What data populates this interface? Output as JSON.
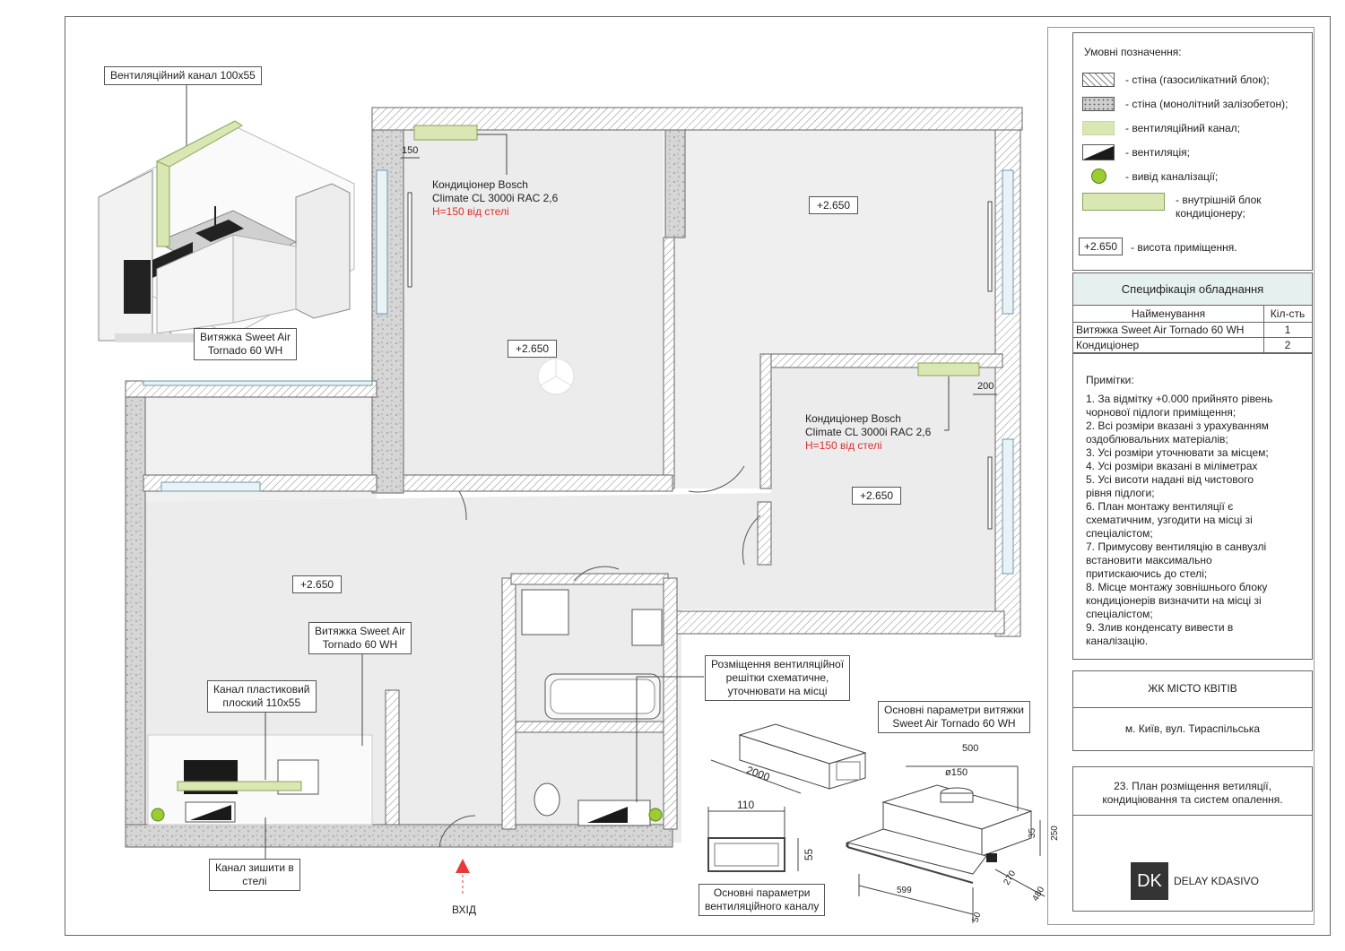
{
  "legend": {
    "title": "Умовні позначення:",
    "items": [
      {
        "label": "- стіна (газосилікатний блок);",
        "swatch": "hatch"
      },
      {
        "label": "- стіна (монолітний залізобетон);",
        "swatch": "dots"
      },
      {
        "label": "- вентиляційний канал;",
        "swatch": "green"
      },
      {
        "label": "- вентиляція;",
        "swatch": "vent"
      },
      {
        "label": "- вивід каналізації;",
        "swatch": "circle"
      },
      {
        "label_line1": "- внутрішній блок",
        "label_line2": "кондиціонеру;",
        "swatch": "ac"
      }
    ],
    "height_tag": "+2.650",
    "height_label": "- висота приміщення."
  },
  "spec": {
    "title": "Специфікація обладнання",
    "col_name": "Найменування",
    "col_qty": "Кіл-сть",
    "rows": [
      {
        "name": "Витяжка Sweet Air Tornado 60 WH",
        "qty": "1"
      },
      {
        "name": "Кондиціонер",
        "qty": "2"
      }
    ]
  },
  "notes": {
    "title": "Примітки:",
    "lines": [
      "1. За відмітку +0.000 прийнято рівень",
      "чорнової підлоги приміщення;",
      "2. Всі розміри вказані з урахуванням",
      "оздоблювальних матеріалів;",
      "3. Усі розміри уточнювати за місцем;",
      "4. Усі розміри вказані в міліметрах",
      "5. Усі висоти надані від чистового",
      "рівня підлоги;",
      "6. План монтажу вентиляції є",
      "схематичним, узгодити на місці зі",
      "спеціалістом;",
      "7. Примусову вентиляцію в санвузлі",
      "встановити максимально",
      "притискаючись до стелі;",
      "8. Місце монтажу зовнішнього блоку",
      "кондиціонерів визначити на місці зі",
      "спеціалістом;",
      "9. Злив конденсату вивести в",
      "каналізацію."
    ]
  },
  "titleblock": {
    "project": "ЖК МІСТО КВІТІВ",
    "address": "м. Київ, вул. Тираспільська",
    "sheet_line1": "23. План розміщення ветиляції,",
    "sheet_line2": "кондиціювання та систем опалення.",
    "logo": "DK",
    "company": "DELAY KDASIVO"
  },
  "plan": {
    "heights": [
      "+2.650",
      "+2.650",
      "+2.650",
      "+2.650"
    ],
    "ac1": {
      "line1": "Кондиціонер Bosch",
      "line2": "Climate CL 3000i RAC 2,6",
      "note": "H=150 від стелі",
      "dim": "150"
    },
    "ac2": {
      "line1": "Кондиціонер Bosch",
      "line2": "Climate CL 3000i RAC 2,6",
      "note": "H=150 від стелі",
      "dim": "200"
    },
    "hood": {
      "line1": "Витяжка Sweet Air",
      "line2": "Tornado 60 WH"
    },
    "plastic_channel": {
      "line1": "Канал пластиковий",
      "line2": "плоский 110х55"
    },
    "ceiling_channel": {
      "line1": "Канал зишити в",
      "line2": "стелі"
    },
    "grille": {
      "line1": "Розміщення вентиляційної",
      "line2": "решітки схематичне,",
      "line3": "уточнювати на місці"
    },
    "entrance": "ВХІД"
  },
  "iso": {
    "vent_channel_label": "Вентиляційний канал 100х55",
    "hood_line1": "Витяжка Sweet Air",
    "hood_line2": "Tornado 60 WH"
  },
  "duct": {
    "length": "2000",
    "width": "110",
    "height": "55",
    "caption_line1": "Основні параметри",
    "caption_line2": "вентиляційного каналу"
  },
  "hood_params": {
    "caption_line1": "Основні параметри витяжки",
    "caption_line2": "Sweet Air Tornado 60 WH",
    "d500": "500",
    "d150": "ø150",
    "d35": "35",
    "d250": "250",
    "d270": "270",
    "d480": "480",
    "d599": "599",
    "d50": "50"
  }
}
